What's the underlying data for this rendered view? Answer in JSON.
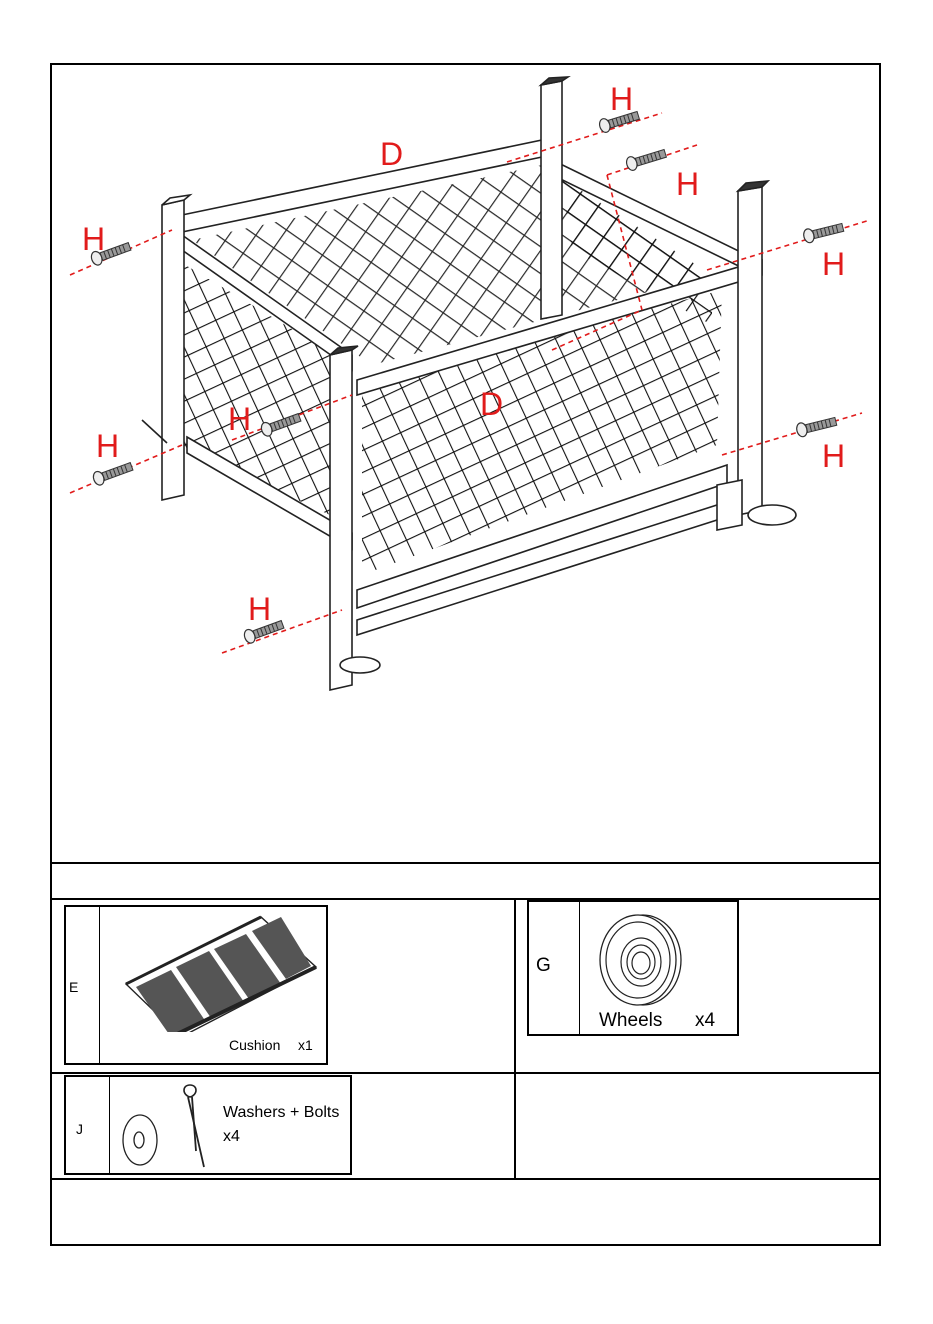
{
  "diagram": {
    "labels": {
      "part_d": "D",
      "part_h": "H"
    },
    "colors": {
      "annotation": "#e11b1b",
      "line": "#000000"
    }
  },
  "parts": [
    {
      "letter": "E",
      "name": "Cushion",
      "qty": "x1"
    },
    {
      "letter": "G",
      "name": "Wheels",
      "qty": "x4"
    },
    {
      "letter": "J",
      "name": "Washers + Bolts",
      "qty": "x4"
    }
  ],
  "icons": [
    "cushion-icon",
    "wheel-icon",
    "washer-icon",
    "bolt-pin-icon",
    "screw-icon"
  ]
}
